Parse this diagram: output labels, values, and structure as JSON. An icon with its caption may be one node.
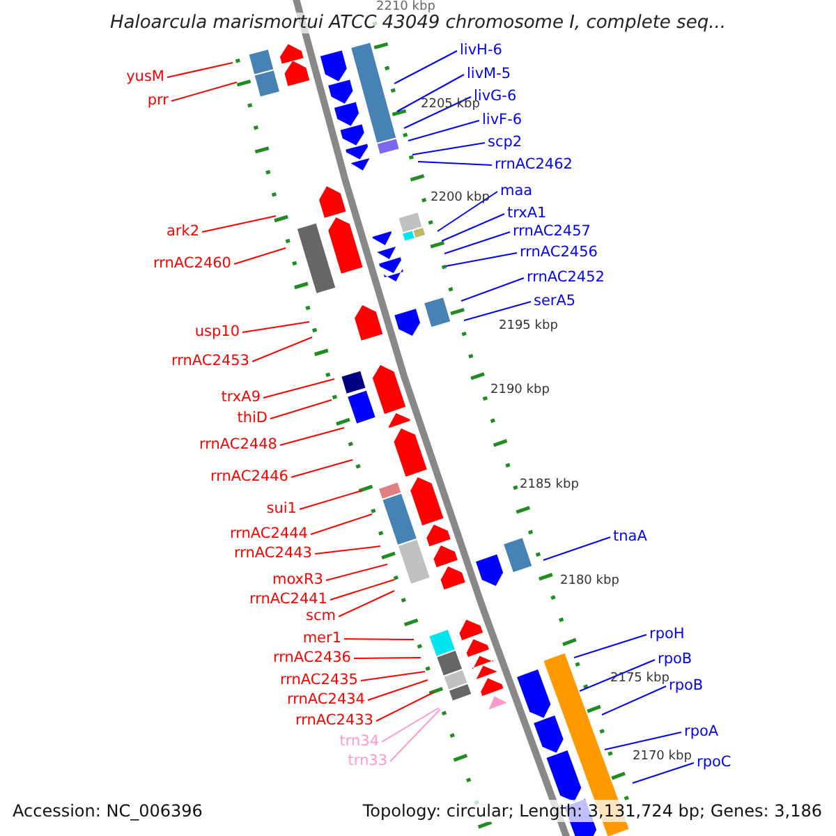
{
  "diagram": {
    "title": "Haloarcula marismortui ATCC 43049 chromosome I, complete seq...",
    "nodes": [
      {
        "text": [
          "yusM"
        ]
      },
      {
        "text": [
          "prr"
        ]
      },
      {
        "text": [
          "ark2"
        ]
      },
      {
        "text": [
          "rrnAC2460"
        ]
      },
      {
        "text": [
          "usp10"
        ]
      },
      {
        "text": [
          "rrnAC2453"
        ]
      },
      {
        "text": [
          "trxA9"
        ]
      },
      {
        "text": [
          "thiD"
        ]
      },
      {
        "text": [
          "rrnAC2448"
        ]
      },
      {
        "text": [
          "rrnAC2446"
        ]
      },
      {
        "text": [
          "sui1"
        ]
      },
      {
        "text": [
          "rrnAC2444"
        ]
      },
      {
        "text": [
          "rrnAC2443"
        ]
      },
      {
        "text": [
          "moxR3"
        ]
      },
      {
        "text": [
          "rrnAC2441"
        ]
      },
      {
        "text": [
          "scm"
        ]
      },
      {
        "text": [
          "mer1"
        ]
      },
      {
        "text": [
          "rrnAC2436"
        ]
      },
      {
        "text": [
          "rrnAC2435"
        ]
      },
      {
        "text": [
          "rrnAC2434"
        ]
      },
      {
        "text": [
          "rrnAC2433"
        ]
      },
      {
        "text": [
          "trn34"
        ]
      },
      {
        "text": [
          "trn33"
        ]
      },
      {
        "text": [
          "livH-6"
        ]
      },
      {
        "text": [
          "livM-5"
        ]
      },
      {
        "text": [
          "livG-6"
        ]
      },
      {
        "text": [
          "livF-6"
        ]
      },
      {
        "text": [
          "scp2"
        ]
      },
      {
        "text": [
          "rrnAC2462"
        ]
      },
      {
        "text": [
          "maa"
        ]
      },
      {
        "text": [
          "trxA1"
        ]
      },
      {
        "text": [
          "rrnAC2457"
        ]
      },
      {
        "text": [
          "rrnAC2456"
        ]
      },
      {
        "text": [
          "rrnAC2452"
        ]
      },
      {
        "text": [
          "serA5"
        ]
      },
      {
        "text": [
          "tnaA"
        ]
      },
      {
        "text": [
          "rpoH"
        ]
      },
      {
        "text": [
          "rpoB"
        ]
      },
      {
        "text": [
          "rpoB"
        ]
      },
      {
        "text": [
          "rpoA"
        ]
      },
      {
        "text": [
          "rpoC"
        ]
      }
    ],
    "edges": [
      {
        "from": 0,
        "to": null,
        "arrow": "none"
      },
      {
        "from": 1,
        "to": null,
        "arrow": "none"
      },
      {
        "from": 2,
        "to": null,
        "arrow": "none"
      },
      {
        "from": 3,
        "to": null,
        "arrow": "none"
      },
      {
        "from": 4,
        "to": null,
        "arrow": "none"
      },
      {
        "from": 5,
        "to": null,
        "arrow": "none"
      },
      {
        "from": 6,
        "to": null,
        "arrow": "none"
      },
      {
        "from": 7,
        "to": null,
        "arrow": "none"
      },
      {
        "from": 8,
        "to": null,
        "arrow": "none"
      },
      {
        "from": 9,
        "to": null,
        "arrow": "none"
      },
      {
        "from": 10,
        "to": null,
        "arrow": "none"
      },
      {
        "from": 11,
        "to": null,
        "arrow": "none"
      },
      {
        "from": 12,
        "to": null,
        "arrow": "none"
      },
      {
        "from": 13,
        "to": null,
        "arrow": "none"
      },
      {
        "from": 14,
        "to": null,
        "arrow": "none"
      },
      {
        "from": 15,
        "to": null,
        "arrow": "none"
      },
      {
        "from": 16,
        "to": null,
        "arrow": "none"
      },
      {
        "from": 17,
        "to": null,
        "arrow": "none"
      },
      {
        "from": 18,
        "to": null,
        "arrow": "none"
      },
      {
        "from": 19,
        "to": null,
        "arrow": "none"
      },
      {
        "from": 20,
        "to": null,
        "arrow": "none"
      },
      {
        "from": 21,
        "to": null,
        "arrow": "none",
        "color": "#ff99cc"
      },
      {
        "from": 22,
        "to": null,
        "arrow": "none",
        "color": "#ff99cc"
      },
      {
        "from": 23,
        "to": null,
        "arrow": "none",
        "color": "#0000ff"
      },
      {
        "from": 24,
        "to": null,
        "arrow": "none",
        "color": "#0000ff"
      },
      {
        "from": 25,
        "to": null,
        "arrow": "none",
        "color": "#0000ff"
      },
      {
        "from": 26,
        "to": null,
        "arrow": "none",
        "color": "#0000ff"
      },
      {
        "from": 27,
        "to": null,
        "arrow": "none",
        "color": "#0000ff"
      },
      {
        "from": 28,
        "to": null,
        "arrow": "none",
        "color": "#0000ff"
      },
      {
        "from": 29,
        "to": null,
        "arrow": "none",
        "color": "#0000ff"
      },
      {
        "from": 30,
        "to": null,
        "arrow": "none",
        "color": "#0000ff"
      },
      {
        "from": 31,
        "to": null,
        "arrow": "none",
        "color": "#0000ff"
      },
      {
        "from": 32,
        "to": null,
        "arrow": "none",
        "color": "#0000ff"
      },
      {
        "from": 33,
        "to": null,
        "arrow": "none",
        "color": "#0000ff"
      },
      {
        "from": 34,
        "to": null,
        "arrow": "none",
        "color": "#0000ff"
      },
      {
        "from": 35,
        "to": null,
        "arrow": "none",
        "color": "#0000ff"
      },
      {
        "from": 36,
        "to": null,
        "arrow": "none",
        "color": "#0000ff"
      },
      {
        "from": 37,
        "to": null,
        "arrow": "none",
        "color": "#0000ff"
      },
      {
        "from": 38,
        "to": null,
        "arrow": "none",
        "color": "#0000ff"
      },
      {
        "from": 39,
        "to": null,
        "arrow": "none",
        "color": "#0000ff"
      },
      {
        "from": 40,
        "to": null,
        "arrow": "none",
        "color": "#0000ff"
      }
    ],
    "labels": [
      "2210 kbp",
      "2205 kbp",
      "2200 kbp",
      "2195 kbp",
      "2190 kbp",
      "2185 kbp",
      "2180 kbp",
      "2175 kbp",
      "2170 kbp",
      "Accession: NC_006396",
      "Topology: circular; Length: 3,131,724 bp; Genes: 3,186"
    ]
  }
}
